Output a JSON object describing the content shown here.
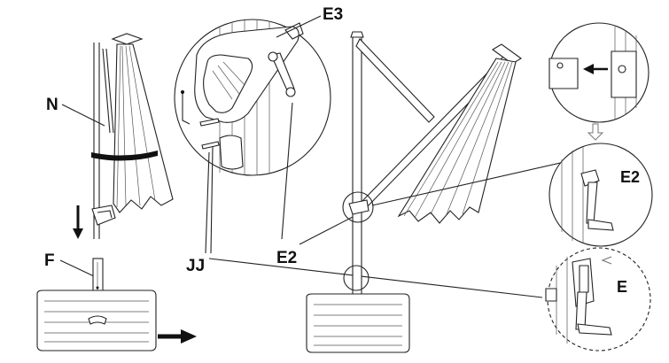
{
  "labels": {
    "N": "N",
    "F": "F",
    "E3": "E3",
    "JJ": "JJ",
    "E2_main": "E2",
    "E2_detail": "E2",
    "E": "E"
  },
  "colors": {
    "ink": "#222222",
    "background": "#ffffff"
  },
  "icons": {
    "step_arrow": "right-arrow-icon",
    "down_arrow": "down-arrow-icon",
    "insert_arrow": "left-arrow-icon",
    "sequence_arrow": "down-outline-arrow-icon"
  }
}
